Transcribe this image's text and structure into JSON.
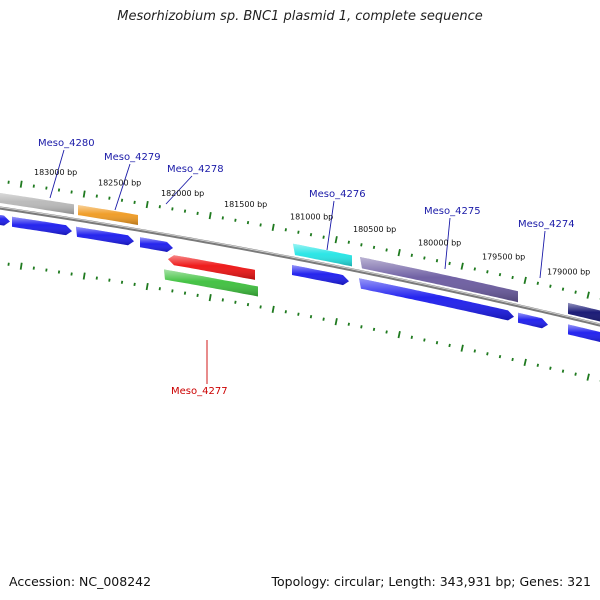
{
  "title": "Mesorhizobium sp. BNC1 plasmid 1, complete sequence",
  "accession": "Accession: NC_008242",
  "summary": "Topology: circular; Length: 343,931 bp; Genes: 321",
  "colors": {
    "backbone": "#8a8a8a",
    "tick": "#1f7a1f",
    "forward_label": "#1a1aa8",
    "reverse_label": "#cc0000",
    "gene_blue": "#1a1aee",
    "gene_lavender": "#6a5aa0",
    "gene_grey": "#b8b8b8",
    "gene_orange": "#f09a20",
    "gene_cyan": "#22e5e5",
    "gene_red": "#ee1111",
    "gene_green": "#3cc03c",
    "gene_navy": "#101070"
  },
  "scale": {
    "unit": "bp",
    "labels": [
      "183000 bp",
      "182500 bp",
      "182000 bp",
      "181500 bp",
      "181000 bp",
      "180500 bp",
      "180000 bp",
      "179500 bp",
      "179000 bp"
    ]
  },
  "genes": [
    {
      "name": "Meso_4280",
      "strand": "forward",
      "color": "gene_grey"
    },
    {
      "name": "Meso_4279",
      "strand": "forward",
      "color": "gene_orange"
    },
    {
      "name": "Meso_4278",
      "strand": "forward",
      "color": "gene_blue"
    },
    {
      "name": "Meso_4276",
      "strand": "forward",
      "color": "gene_cyan"
    },
    {
      "name": "Meso_4275",
      "strand": "forward",
      "color": "gene_lavender"
    },
    {
      "name": "Meso_4274",
      "strand": "forward",
      "color": "gene_blue"
    },
    {
      "name": "Meso_4277",
      "strand": "reverse",
      "color": "gene_red"
    }
  ]
}
